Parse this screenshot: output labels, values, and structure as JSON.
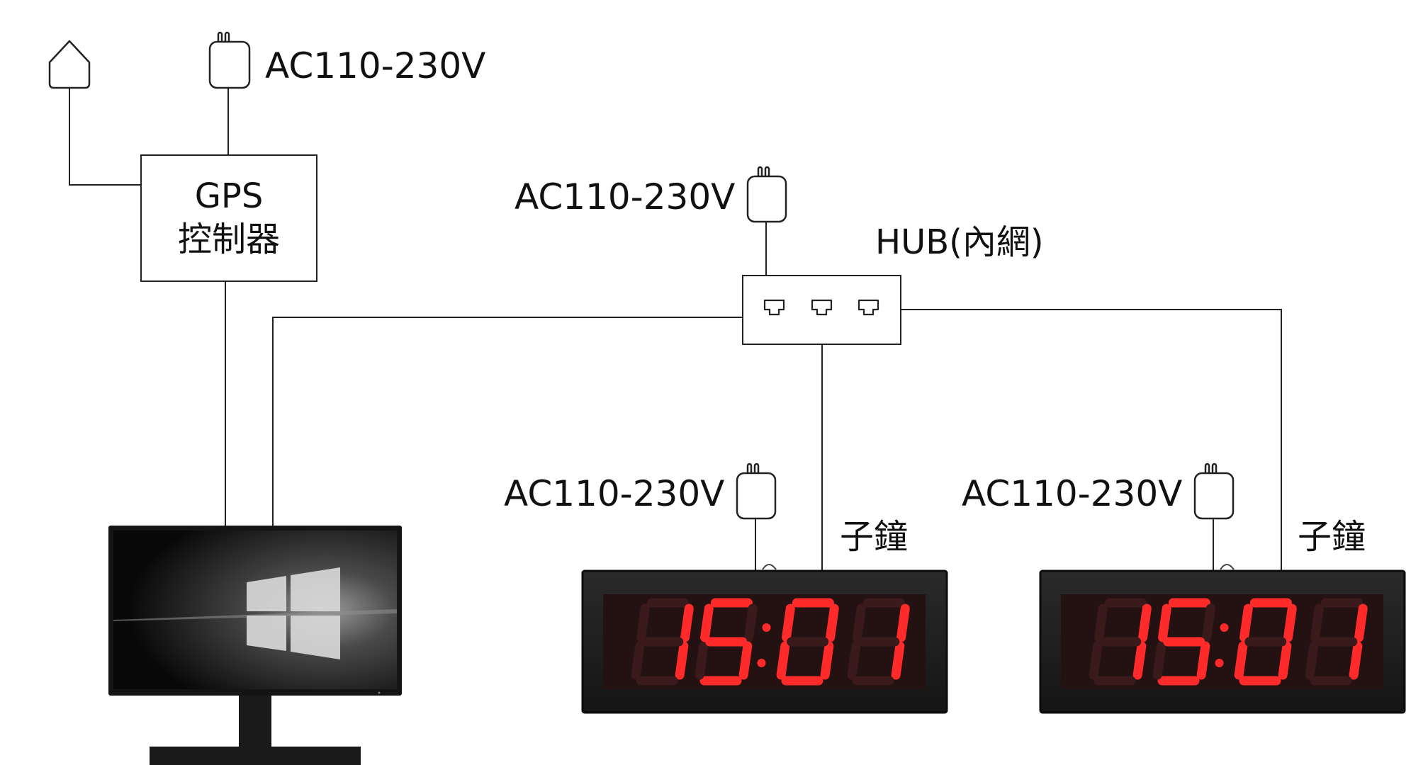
{
  "power_label": "AC110-230V",
  "gps": {
    "line1": "GPS",
    "line2": "控制器"
  },
  "hub": {
    "label": "HUB(內網)"
  },
  "clocks": [
    {
      "label": "子鐘",
      "time": "15:01"
    },
    {
      "label": "子鐘",
      "time": "15:01"
    }
  ],
  "colors": {
    "line": "#222222",
    "led": "#ff2a2a",
    "clock_body": "#1b1b1b"
  }
}
